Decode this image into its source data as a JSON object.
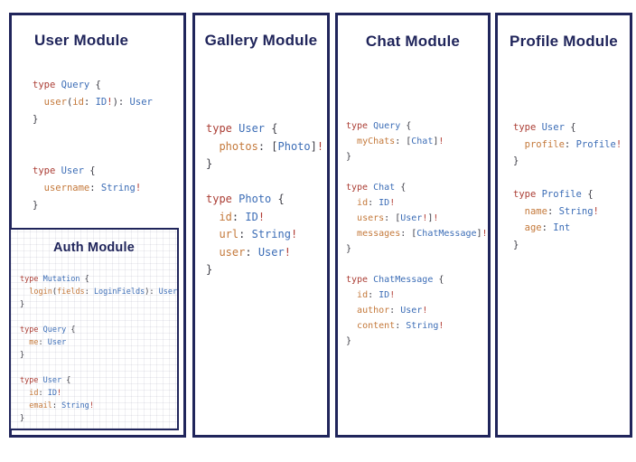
{
  "colors": {
    "background": "#ffffff",
    "panel_border": "#20255b",
    "title_text": "#20255b",
    "keyword": "#ab3e35",
    "type_name": "#3c6db6",
    "field_name": "#c4793b",
    "punctuation": "#3d3d46",
    "non_null_bang": "#b13c34"
  },
  "modules": {
    "user": {
      "title": "User Module",
      "code": [
        [
          [
            "k",
            "type "
          ],
          [
            "t",
            "Query "
          ],
          [
            "p",
            "{"
          ]
        ],
        [
          [
            "p",
            "  "
          ],
          [
            "f",
            "user"
          ],
          [
            "p",
            "("
          ],
          [
            "f",
            "id"
          ],
          [
            "p",
            ": "
          ],
          [
            "t",
            "ID"
          ],
          [
            "b",
            "!"
          ],
          [
            "p",
            "): "
          ],
          [
            "t",
            "User"
          ]
        ],
        [
          [
            "p",
            "}"
          ]
        ],
        [],
        [],
        [
          [
            "k",
            "type "
          ],
          [
            "t",
            "User "
          ],
          [
            "p",
            "{"
          ]
        ],
        [
          [
            "p",
            "  "
          ],
          [
            "f",
            "username"
          ],
          [
            "p",
            ": "
          ],
          [
            "t",
            "String"
          ],
          [
            "b",
            "!"
          ]
        ],
        [
          [
            "p",
            "}"
          ]
        ]
      ]
    },
    "auth": {
      "title": "Auth Module",
      "code": [
        [
          [
            "k",
            "type "
          ],
          [
            "t",
            "Mutation "
          ],
          [
            "p",
            "{"
          ]
        ],
        [
          [
            "p",
            "  "
          ],
          [
            "f",
            "login"
          ],
          [
            "p",
            "("
          ],
          [
            "f",
            "fields"
          ],
          [
            "p",
            ": "
          ],
          [
            "t",
            "LoginFields"
          ],
          [
            "p",
            "): "
          ],
          [
            "t",
            "User"
          ]
        ],
        [
          [
            "p",
            "}"
          ]
        ],
        [],
        [
          [
            "k",
            "type "
          ],
          [
            "t",
            "Query "
          ],
          [
            "p",
            "{"
          ]
        ],
        [
          [
            "p",
            "  "
          ],
          [
            "f",
            "me"
          ],
          [
            "p",
            ": "
          ],
          [
            "t",
            "User"
          ]
        ],
        [
          [
            "p",
            "}"
          ]
        ],
        [],
        [
          [
            "k",
            "type "
          ],
          [
            "t",
            "User "
          ],
          [
            "p",
            "{"
          ]
        ],
        [
          [
            "p",
            "  "
          ],
          [
            "f",
            "id"
          ],
          [
            "p",
            ": "
          ],
          [
            "t",
            "ID"
          ],
          [
            "b",
            "!"
          ]
        ],
        [
          [
            "p",
            "  "
          ],
          [
            "f",
            "email"
          ],
          [
            "p",
            ": "
          ],
          [
            "t",
            "String"
          ],
          [
            "b",
            "!"
          ]
        ],
        [
          [
            "p",
            "}"
          ]
        ]
      ]
    },
    "gallery": {
      "title": "Gallery Module",
      "code": [
        [
          [
            "k",
            "type "
          ],
          [
            "t",
            "User "
          ],
          [
            "p",
            "{"
          ]
        ],
        [
          [
            "p",
            "  "
          ],
          [
            "f",
            "photos"
          ],
          [
            "p",
            ": ["
          ],
          [
            "t",
            "Photo"
          ],
          [
            "p",
            "]"
          ],
          [
            "b",
            "!"
          ]
        ],
        [
          [
            "p",
            "}"
          ]
        ],
        [],
        [
          [
            "k",
            "type "
          ],
          [
            "t",
            "Photo "
          ],
          [
            "p",
            "{"
          ]
        ],
        [
          [
            "p",
            "  "
          ],
          [
            "f",
            "id"
          ],
          [
            "p",
            ": "
          ],
          [
            "t",
            "ID"
          ],
          [
            "b",
            "!"
          ]
        ],
        [
          [
            "p",
            "  "
          ],
          [
            "f",
            "url"
          ],
          [
            "p",
            ": "
          ],
          [
            "t",
            "String"
          ],
          [
            "b",
            "!"
          ]
        ],
        [
          [
            "p",
            "  "
          ],
          [
            "f",
            "user"
          ],
          [
            "p",
            ": "
          ],
          [
            "t",
            "User"
          ],
          [
            "b",
            "!"
          ]
        ],
        [
          [
            "p",
            "}"
          ]
        ]
      ]
    },
    "chat": {
      "title": "Chat Module",
      "code": [
        [
          [
            "k",
            "type "
          ],
          [
            "t",
            "Query "
          ],
          [
            "p",
            "{"
          ]
        ],
        [
          [
            "p",
            "  "
          ],
          [
            "f",
            "myChats"
          ],
          [
            "p",
            ": ["
          ],
          [
            "t",
            "Chat"
          ],
          [
            "p",
            "]"
          ],
          [
            "b",
            "!"
          ]
        ],
        [
          [
            "p",
            "}"
          ]
        ],
        [],
        [
          [
            "k",
            "type "
          ],
          [
            "t",
            "Chat "
          ],
          [
            "p",
            "{"
          ]
        ],
        [
          [
            "p",
            "  "
          ],
          [
            "f",
            "id"
          ],
          [
            "p",
            ": "
          ],
          [
            "t",
            "ID"
          ],
          [
            "b",
            "!"
          ]
        ],
        [
          [
            "p",
            "  "
          ],
          [
            "f",
            "users"
          ],
          [
            "p",
            ": ["
          ],
          [
            "t",
            "User"
          ],
          [
            "b",
            "!"
          ],
          [
            "p",
            "]"
          ],
          [
            "b",
            "!"
          ]
        ],
        [
          [
            "p",
            "  "
          ],
          [
            "f",
            "messages"
          ],
          [
            "p",
            ": ["
          ],
          [
            "t",
            "ChatMessage"
          ],
          [
            "p",
            "]"
          ],
          [
            "b",
            "!"
          ]
        ],
        [
          [
            "p",
            "}"
          ]
        ],
        [],
        [
          [
            "k",
            "type "
          ],
          [
            "t",
            "ChatMessage "
          ],
          [
            "p",
            "{"
          ]
        ],
        [
          [
            "p",
            "  "
          ],
          [
            "f",
            "id"
          ],
          [
            "p",
            ": "
          ],
          [
            "t",
            "ID"
          ],
          [
            "b",
            "!"
          ]
        ],
        [
          [
            "p",
            "  "
          ],
          [
            "f",
            "author"
          ],
          [
            "p",
            ": "
          ],
          [
            "t",
            "User"
          ],
          [
            "b",
            "!"
          ]
        ],
        [
          [
            "p",
            "  "
          ],
          [
            "f",
            "content"
          ],
          [
            "p",
            ": "
          ],
          [
            "t",
            "String"
          ],
          [
            "b",
            "!"
          ]
        ],
        [
          [
            "p",
            "}"
          ]
        ]
      ]
    },
    "profile": {
      "title": "Profile Module",
      "code": [
        [
          [
            "k",
            "type "
          ],
          [
            "t",
            "User "
          ],
          [
            "p",
            "{"
          ]
        ],
        [
          [
            "p",
            "  "
          ],
          [
            "f",
            "profile"
          ],
          [
            "p",
            ": "
          ],
          [
            "t",
            "Profile"
          ],
          [
            "b",
            "!"
          ]
        ],
        [
          [
            "p",
            "}"
          ]
        ],
        [],
        [
          [
            "k",
            "type "
          ],
          [
            "t",
            "Profile "
          ],
          [
            "p",
            "{"
          ]
        ],
        [
          [
            "p",
            "  "
          ],
          [
            "f",
            "name"
          ],
          [
            "p",
            ": "
          ],
          [
            "t",
            "String"
          ],
          [
            "b",
            "!"
          ]
        ],
        [
          [
            "p",
            "  "
          ],
          [
            "f",
            "age"
          ],
          [
            "p",
            ": "
          ],
          [
            "t",
            "Int"
          ]
        ],
        [
          [
            "p",
            "}"
          ]
        ]
      ]
    }
  }
}
